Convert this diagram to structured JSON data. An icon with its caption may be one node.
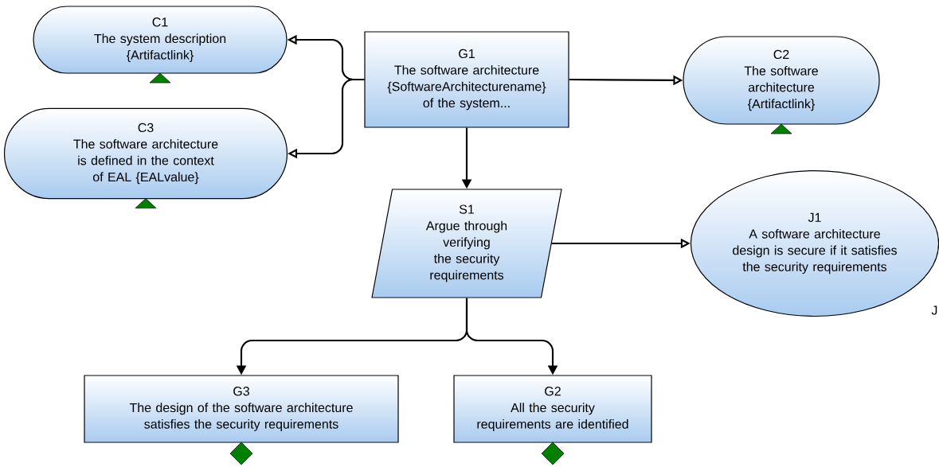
{
  "diagram": {
    "nodes": [
      {
        "text": [
          "C1",
          "The system description {Artifactlink}"
        ]
      },
      {
        "text": [
          "G1",
          "The software architecture {SoftwareArchitecturename} of the system..."
        ]
      },
      {
        "text": [
          "C2",
          "The software architecture {Artifactlink}"
        ]
      },
      {
        "text": [
          "C3",
          "The software architecture is defined in the context of EAL {EALvalue}"
        ]
      },
      {
        "text": [
          "S1",
          "Argue through verifying the security requirements"
        ]
      },
      {
        "text": [
          "J1",
          "A software architecture design is secure if it satisfies the security requirements"
        ]
      },
      {
        "text": [
          "G3",
          "The design of the software architecture satisfies the security requirements"
        ]
      },
      {
        "text": [
          "G2",
          "All the security requirements are identified"
        ]
      }
    ],
    "edges": [
      {
        "from": 1,
        "to": 0,
        "arrow": "to"
      },
      {
        "from": 1,
        "to": 3,
        "arrow": "to"
      },
      {
        "from": 1,
        "to": 2,
        "arrow": "to"
      },
      {
        "from": 1,
        "to": 4,
        "arrow": "to"
      },
      {
        "from": 4,
        "to": 5,
        "arrow": "to"
      },
      {
        "from": 4,
        "to": 6,
        "arrow": "to"
      },
      {
        "from": 4,
        "to": 7,
        "arrow": "to"
      }
    ],
    "labels": [
      "J"
    ]
  }
}
